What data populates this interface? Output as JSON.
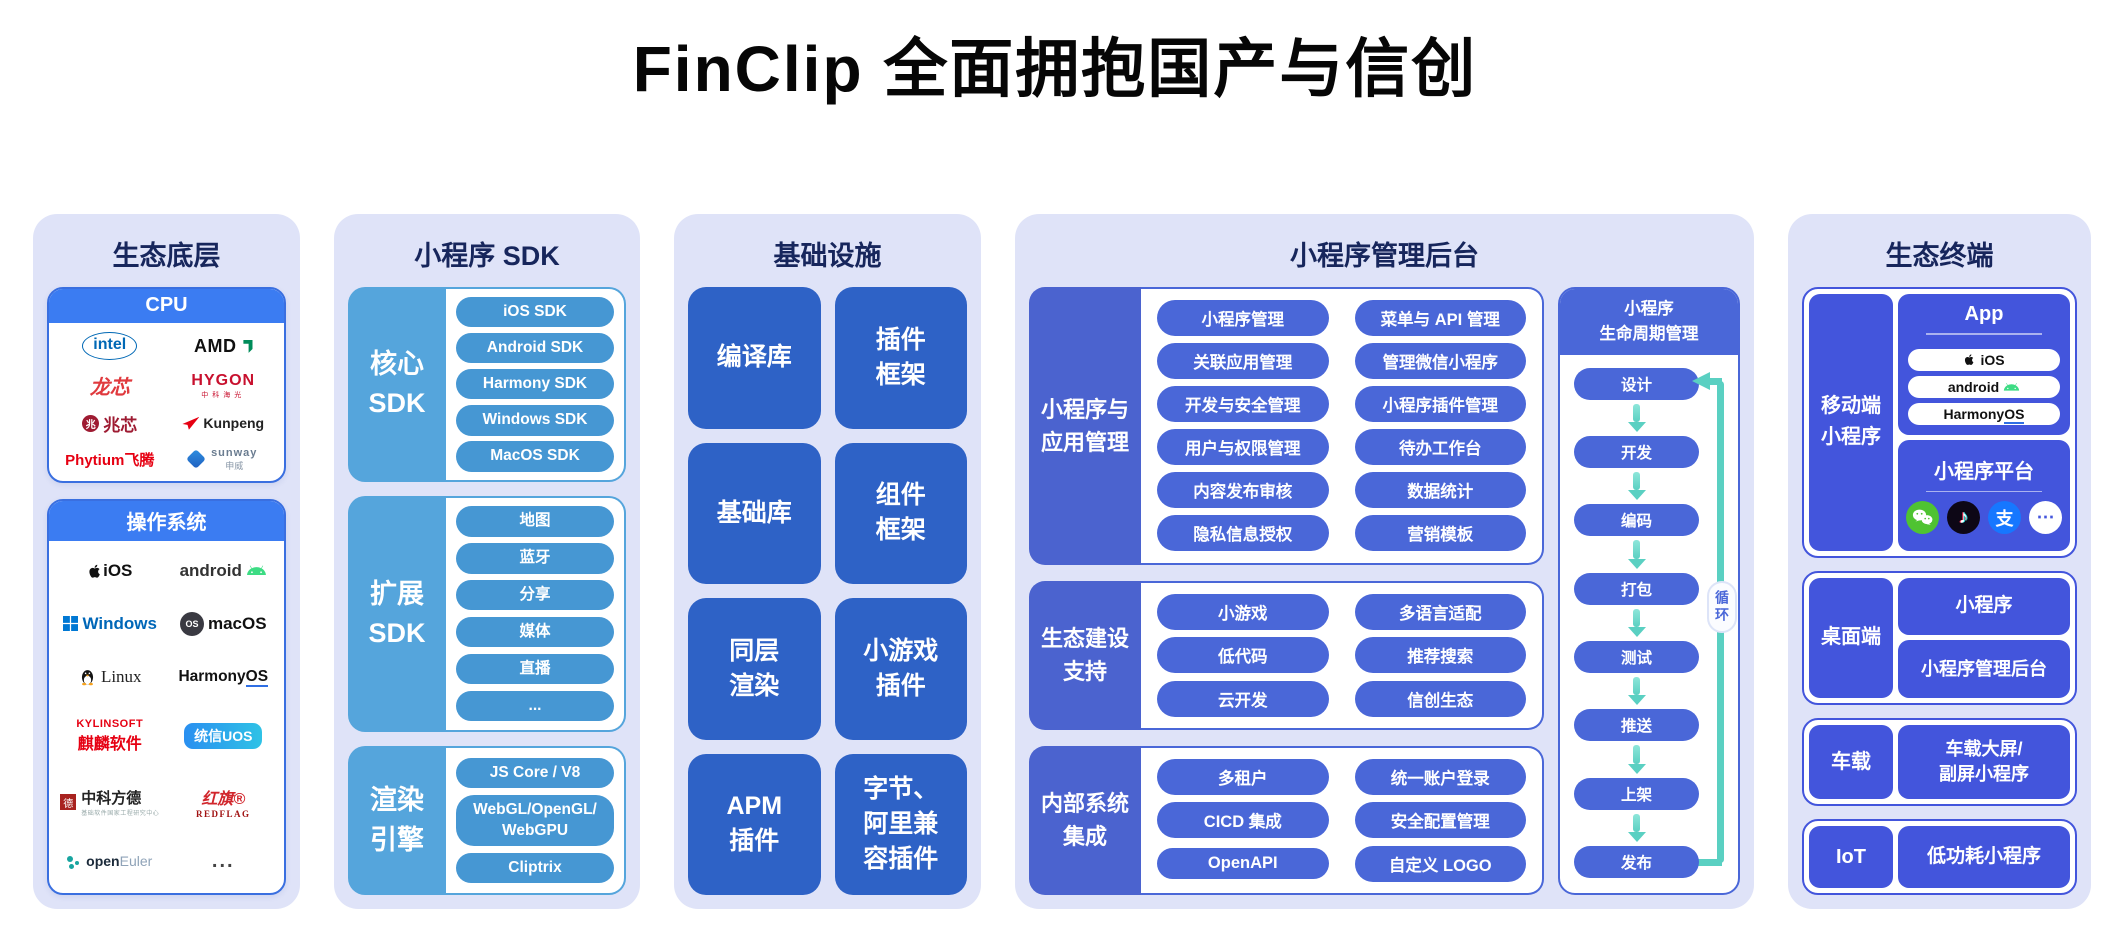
{
  "title": "FinClip 全面拥抱国产与信创",
  "colors": {
    "accent_blue": "#3b7cf2",
    "sky_blue": "#4697d3",
    "royal_blue": "#2e62c6",
    "indigo": "#4a67d8",
    "deep_indigo": "#4355dc",
    "teal_arrow": "#5ad0c2",
    "panel_bg": "#dfe3f8",
    "navy_text": "#17265c"
  },
  "eco_base": {
    "header": "生态底层",
    "cpu": {
      "header": "CPU",
      "brands": [
        {
          "id": "intel",
          "label": "intel"
        },
        {
          "id": "amd",
          "label": "AMD"
        },
        {
          "id": "loongson",
          "label": "龙芯"
        },
        {
          "id": "hygon",
          "label": "HYGON",
          "sub": "中科海光"
        },
        {
          "id": "zhaoxin",
          "label": "兆芯",
          "icon_text": "兆"
        },
        {
          "id": "kunpeng",
          "label": "Kunpeng"
        },
        {
          "id": "phytium",
          "label": "Phytium飞腾"
        },
        {
          "id": "sunway",
          "label": "sunway",
          "sub": "申威"
        }
      ]
    },
    "os": {
      "header": "操作系统",
      "brands": [
        {
          "id": "ios",
          "label": "iOS"
        },
        {
          "id": "android",
          "label": "android"
        },
        {
          "id": "windows",
          "label": "Windows"
        },
        {
          "id": "macos",
          "label": "macOS",
          "icon_text": "OS"
        },
        {
          "id": "linux",
          "label": "Linux"
        },
        {
          "id": "harmonyos",
          "label": "HarmonyOS"
        },
        {
          "id": "kylin",
          "label": "KYLINSOFT",
          "sub": "麒麟软件"
        },
        {
          "id": "uos",
          "label": "统信UOS"
        },
        {
          "id": "fangde",
          "label": "中科方德",
          "icon_text": "德",
          "sub": "基础软件国家工程研究中心"
        },
        {
          "id": "redflag",
          "label": "红旗®",
          "sub": "REDFLAG"
        },
        {
          "id": "openeuler",
          "label": "openEuler"
        },
        {
          "id": "more",
          "label": "..."
        }
      ]
    }
  },
  "sdk": {
    "header": "小程序 SDK",
    "groups": [
      {
        "label": "核心\nSDK",
        "items": [
          "iOS SDK",
          "Android SDK",
          "Harmony SDK",
          "Windows SDK",
          "MacOS SDK"
        ]
      },
      {
        "label": "扩展\nSDK",
        "items": [
          "地图",
          "蓝牙",
          "分享",
          "媒体",
          "直播",
          "..."
        ]
      },
      {
        "label": "渲染\n引擎",
        "items": [
          "JS Core / V8",
          "WebGL/OpenGL/\nWebGPU",
          "Cliptrix"
        ]
      }
    ]
  },
  "infra": {
    "header": "基础设施",
    "cells": [
      "编译库",
      "插件\n框架",
      "基础库",
      "组件\n框架",
      "同层\n渲染",
      "小游戏\n插件",
      "APM\n插件",
      "字节、\n阿里兼\n容插件"
    ]
  },
  "admin": {
    "header": "小程序管理后台",
    "sections": [
      {
        "label": "小程序与\n应用管理",
        "items": [
          "小程序管理",
          "关联应用管理",
          "开发与安全管理",
          "用户与权限管理",
          "内容发布审核",
          "隐私信息授权",
          "菜单与 API 管理",
          "管理微信小程序",
          "小程序插件管理",
          "待办工作台",
          "数据统计",
          "营销模板"
        ]
      },
      {
        "label": "生态建设\n支持",
        "items": [
          "小游戏",
          "低代码",
          "云开发",
          "多语言适配",
          "推荐搜索",
          "信创生态"
        ]
      },
      {
        "label": "内部系统\n集成",
        "items": [
          "多租户",
          "CICD 集成",
          "OpenAPI",
          "统一账户登录",
          "安全配置管理",
          "自定义 LOGO"
        ]
      }
    ],
    "lifecycle": {
      "header": "小程序\n生命周期管理",
      "steps": [
        "设计",
        "开发",
        "编码",
        "打包",
        "测试",
        "推送",
        "上架",
        "发布"
      ],
      "loop_label": "循环"
    }
  },
  "terminals": {
    "header": "生态终端",
    "rows": [
      {
        "type": "mobile",
        "label": "移动端\n小程序",
        "app_card": {
          "title": "App",
          "pills": [
            {
              "id": "ios",
              "label": "iOS"
            },
            {
              "id": "android",
              "label": "android"
            },
            {
              "id": "harmonyos",
              "label": "HarmonyOS"
            }
          ]
        },
        "platform_card": {
          "title": "小程序平台",
          "icons": [
            {
              "id": "wechat"
            },
            {
              "id": "douyin",
              "glyph": "♪"
            },
            {
              "id": "alipay",
              "glyph": "支"
            },
            {
              "id": "more",
              "glyph": "⋯"
            }
          ]
        }
      },
      {
        "type": "list",
        "label": "桌面端",
        "items": [
          "小程序",
          "小程序管理后台"
        ]
      },
      {
        "type": "list",
        "label": "车载",
        "items": [
          "车载大屏/\n副屏小程序"
        ]
      },
      {
        "type": "list",
        "label": "IoT",
        "items": [
          "低功耗小程序"
        ]
      }
    ]
  }
}
